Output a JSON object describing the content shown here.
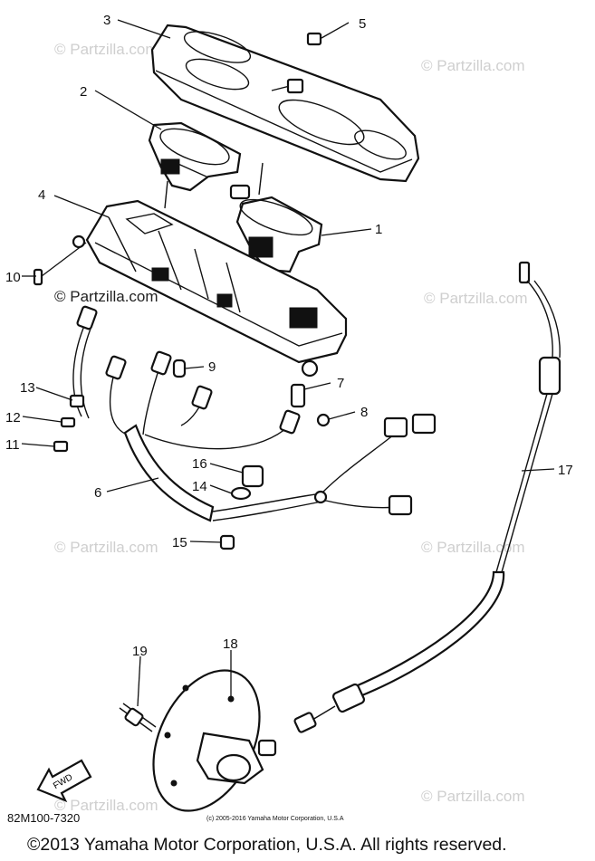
{
  "callouts": [
    "1",
    "2",
    "3",
    "4",
    "5",
    "6",
    "7",
    "8",
    "9",
    "10",
    "11",
    "12",
    "13",
    "14",
    "15",
    "16",
    "17",
    "18",
    "19"
  ],
  "watermark": "© Partzilla.com",
  "fwd_label": "FWD",
  "diagram_code": "82M100-7320",
  "small_copyright": "(c) 2005-2016 Yamaha Motor Corporation, U.S.A",
  "copyright": "©2013 Yamaha Motor Corporation, U.S.A. All rights reserved."
}
